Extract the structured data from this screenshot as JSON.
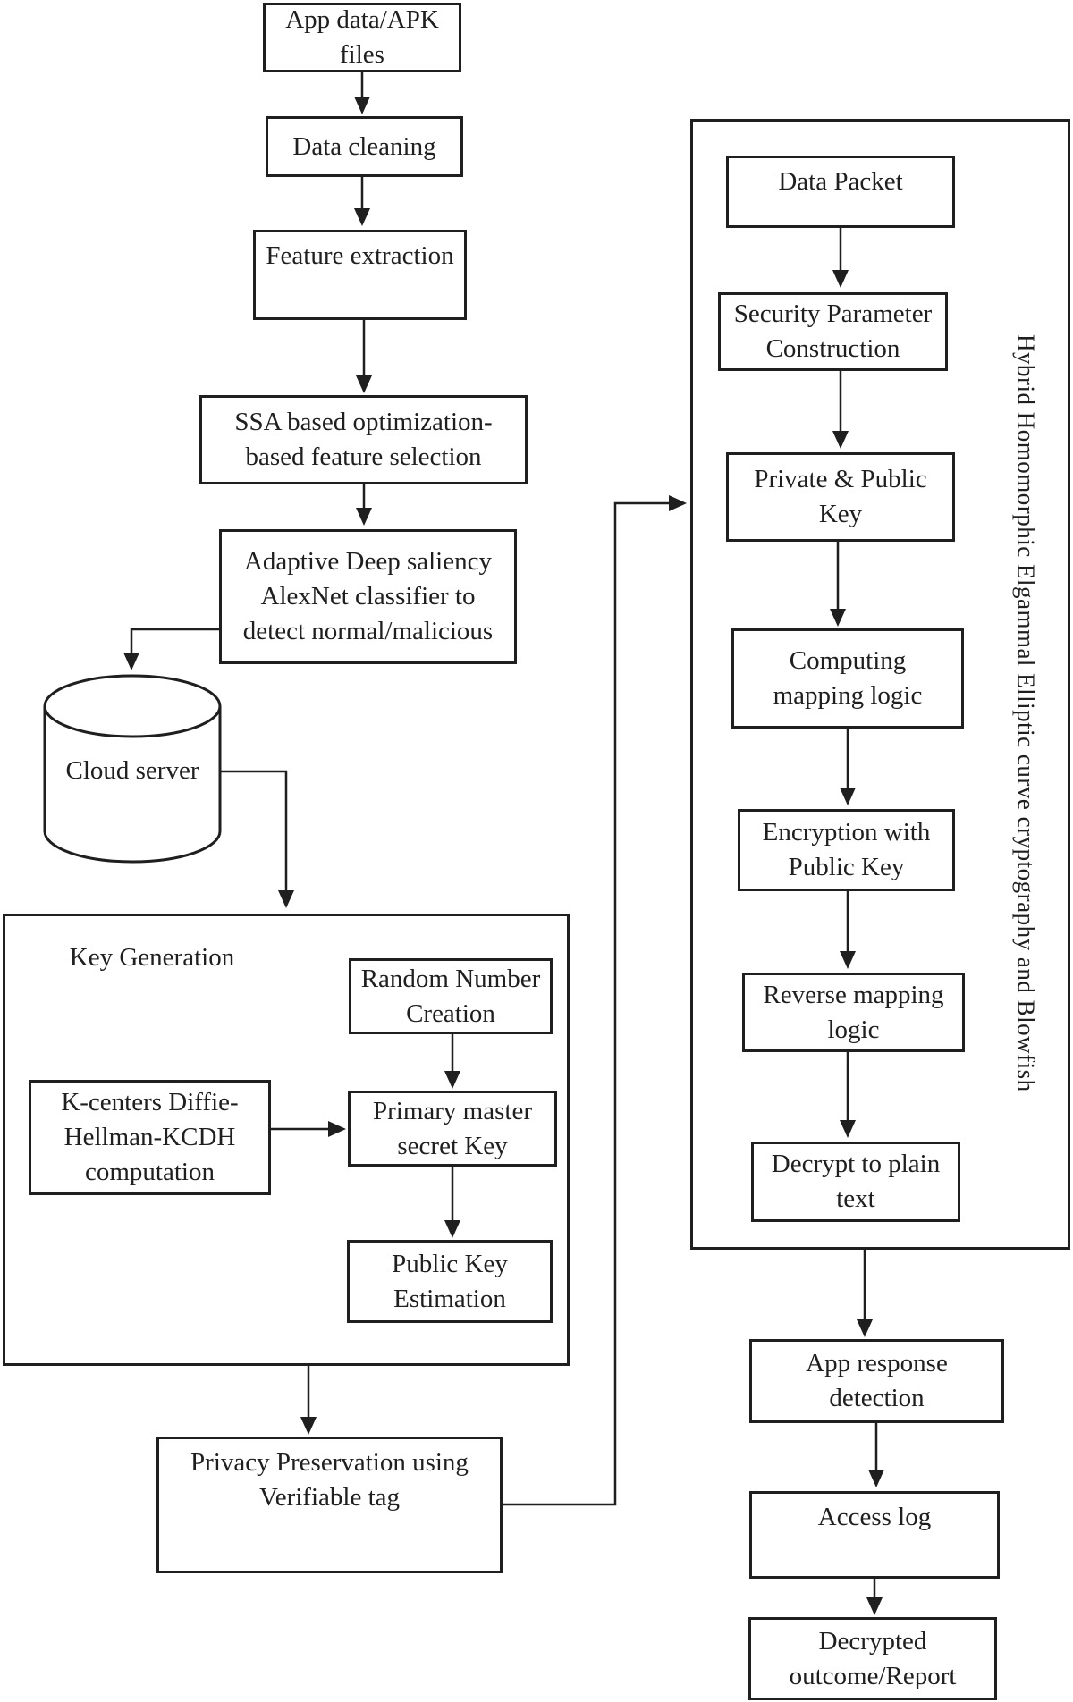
{
  "diagram": {
    "colors": {
      "ink": "#1f1f1f",
      "background": "#ffffff"
    },
    "nodes": {
      "app_data": {
        "label": "App data/APK\nfiles"
      },
      "data_cleaning": {
        "label": "Data cleaning"
      },
      "feature_extraction": {
        "label": "Feature extraction"
      },
      "ssa": {
        "label": "SSA based optimization-\nbased feature selection"
      },
      "adaptive": {
        "label": "Adaptive Deep saliency\nAlexNet classifier to\ndetect normal/malicious"
      },
      "cloud_server": {
        "label": "Cloud server"
      },
      "random_number": {
        "label": "Random Number\nCreation"
      },
      "k_centers": {
        "label": "K-centers Diffie-\nHellman-KCDH\ncomputation"
      },
      "primary_master": {
        "label": "Primary master\nsecret Key"
      },
      "public_key_est": {
        "label": "Public Key\nEstimation"
      },
      "privacy": {
        "label": "Privacy Preservation using\nVerifiable tag"
      },
      "data_packet": {
        "label": "Data Packet"
      },
      "security_param": {
        "label": "Security Parameter\nConstruction"
      },
      "private_public": {
        "label": "Private & Public\nKey"
      },
      "computing_mapping": {
        "label": "Computing\nmapping logic"
      },
      "encryption": {
        "label": "Encryption with\nPublic Key"
      },
      "reverse_mapping": {
        "label": "Reverse mapping\nlogic"
      },
      "decrypt_plain": {
        "label": "Decrypt to plain\ntext"
      },
      "app_response": {
        "label": "App response\ndetection"
      },
      "access_log": {
        "label": "Access log"
      },
      "decrypted_outcome": {
        "label": "Decrypted\noutcome/Report"
      }
    },
    "containers": {
      "key_generation": {
        "label": "Key Generation"
      },
      "hybrid_scheme": {
        "label": "Hybrid Homomorphic Elgammal Elliptic curve cryptography and Blowfish"
      }
    }
  }
}
